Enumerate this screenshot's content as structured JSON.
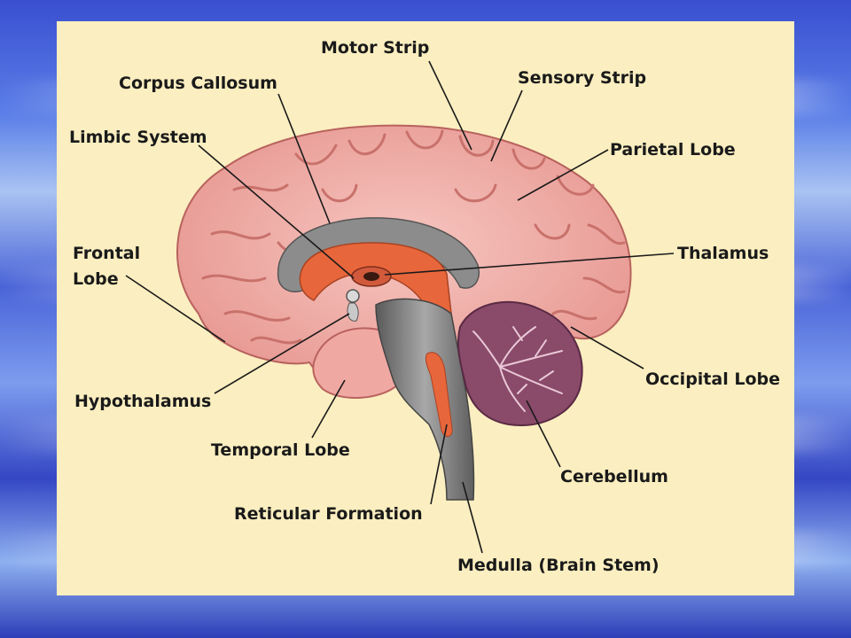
{
  "labels": {
    "motor_strip": "Motor Strip",
    "corpus_callosum": "Corpus Callosum",
    "sensory_strip": "Sensory Strip",
    "limbic_system": "Limbic System",
    "parietal_lobe": "Parietal Lobe",
    "frontal_lobe_1": "Frontal",
    "frontal_lobe_2": "Lobe",
    "thalamus": "Thalamus",
    "occipital_lobe": "Occipital Lobe",
    "hypothalamus": "Hypothalamus",
    "temporal_lobe": "Temporal Lobe",
    "cerebellum": "Cerebellum",
    "reticular_formation": "Reticular Formation",
    "medulla": "Medulla (Brain Stem)"
  },
  "colors": {
    "panel_background": "#fbeec0",
    "cortex": "#f2b2ad",
    "corpus_callosum": "#8c8c8c",
    "limbic": "#e8663b",
    "cerebellum": "#8a4a6a",
    "brain_stem": "#7a7a7a"
  }
}
